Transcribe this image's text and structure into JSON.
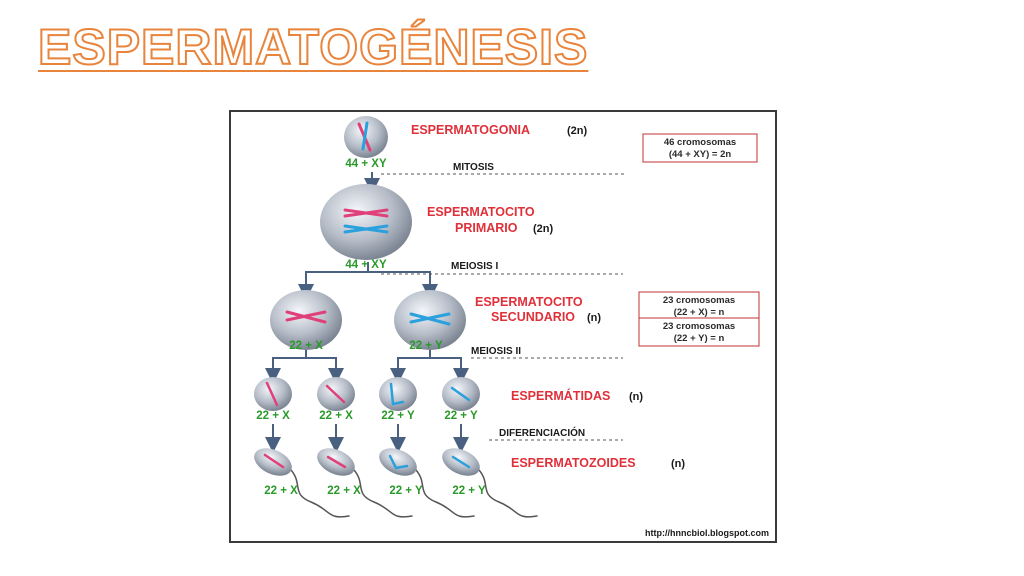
{
  "slide": {
    "title": "ESPERMATOGÉNESIS"
  },
  "diagram": {
    "stages": {
      "spermatogonia": {
        "name": "ESPERMATOGONIA",
        "ploidy": "(2n)",
        "genotype": "44 + XY"
      },
      "primary": {
        "name_line1": "ESPERMATOCITO",
        "name_line2": "PRIMARIO",
        "ploidy": "(2n)",
        "genotype": "44 + XY"
      },
      "secondary": {
        "name_line1": "ESPERMATOCITO",
        "name_line2": "SECUNDARIO",
        "ploidy": "(n)",
        "genotype_left": "22 + X",
        "genotype_right": "22 + Y"
      },
      "spermatids": {
        "name": "ESPERMÁTIDAS",
        "ploidy": "(n)",
        "genotypes": [
          "22 + X",
          "22 + X",
          "22 + Y",
          "22 + Y"
        ]
      },
      "spermatozoa": {
        "name": "ESPERMATOZOIDES",
        "ploidy": "(n)",
        "genotypes": [
          "22 + X",
          "22 + X",
          "22 + Y",
          "22 + Y"
        ]
      }
    },
    "phases": {
      "mitosis": "MITOSIS",
      "meiosis1": "MEIOSIS  I",
      "meiosis2": "MEIOSIS  II",
      "differentiation": "DIFERENCIACIÓN"
    },
    "info_boxes": {
      "diploid": {
        "line1": "46 cromosomas",
        "line2": "(44 + XY) = 2n"
      },
      "haploid_x": {
        "line1": "23 cromosomas",
        "line2": "(22 + X) = n"
      },
      "haploid_y": {
        "line1": "23 cromosomas",
        "line2": "(22 + Y) = n"
      }
    },
    "credit": "http://hnncbiol.blogspot.com",
    "colors": {
      "stage_label": "#e0303a",
      "genotype": "#2a9a2a",
      "chrom_x": "#e0407a",
      "chrom_y": "#2aa0dc",
      "arrow": "#4a6080"
    }
  }
}
